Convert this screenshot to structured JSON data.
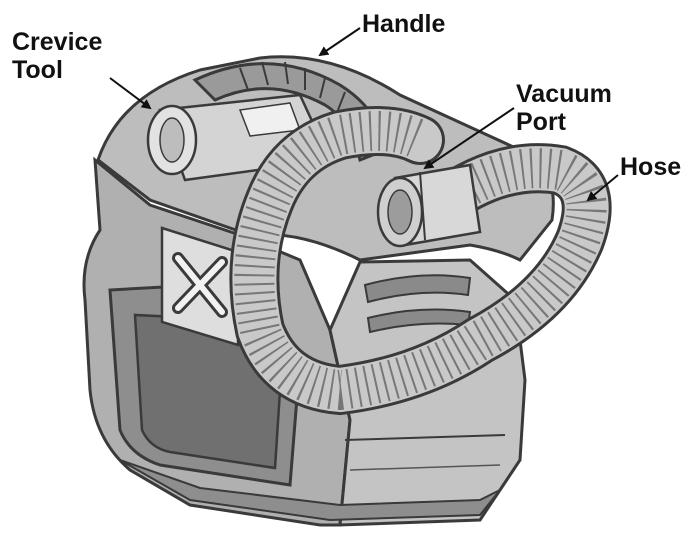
{
  "diagram": {
    "labels": {
      "crevice_tool_line1": "Crevice",
      "crevice_tool_line2": "Tool",
      "handle": "Handle",
      "vacuum_port_line1": "Vacuum",
      "vacuum_port_line2": "Port",
      "hose": "Hose"
    },
    "colors": {
      "body_dark": "#8e8e8e",
      "body_mid": "#b3b3b3",
      "body_light": "#d2d2d2",
      "body_face": "#c7c7c7",
      "window": "#707070",
      "hose_fill": "#c9c9c9",
      "hose_rib": "#777777",
      "outline": "#3a3a3a",
      "label": "#111111"
    }
  }
}
